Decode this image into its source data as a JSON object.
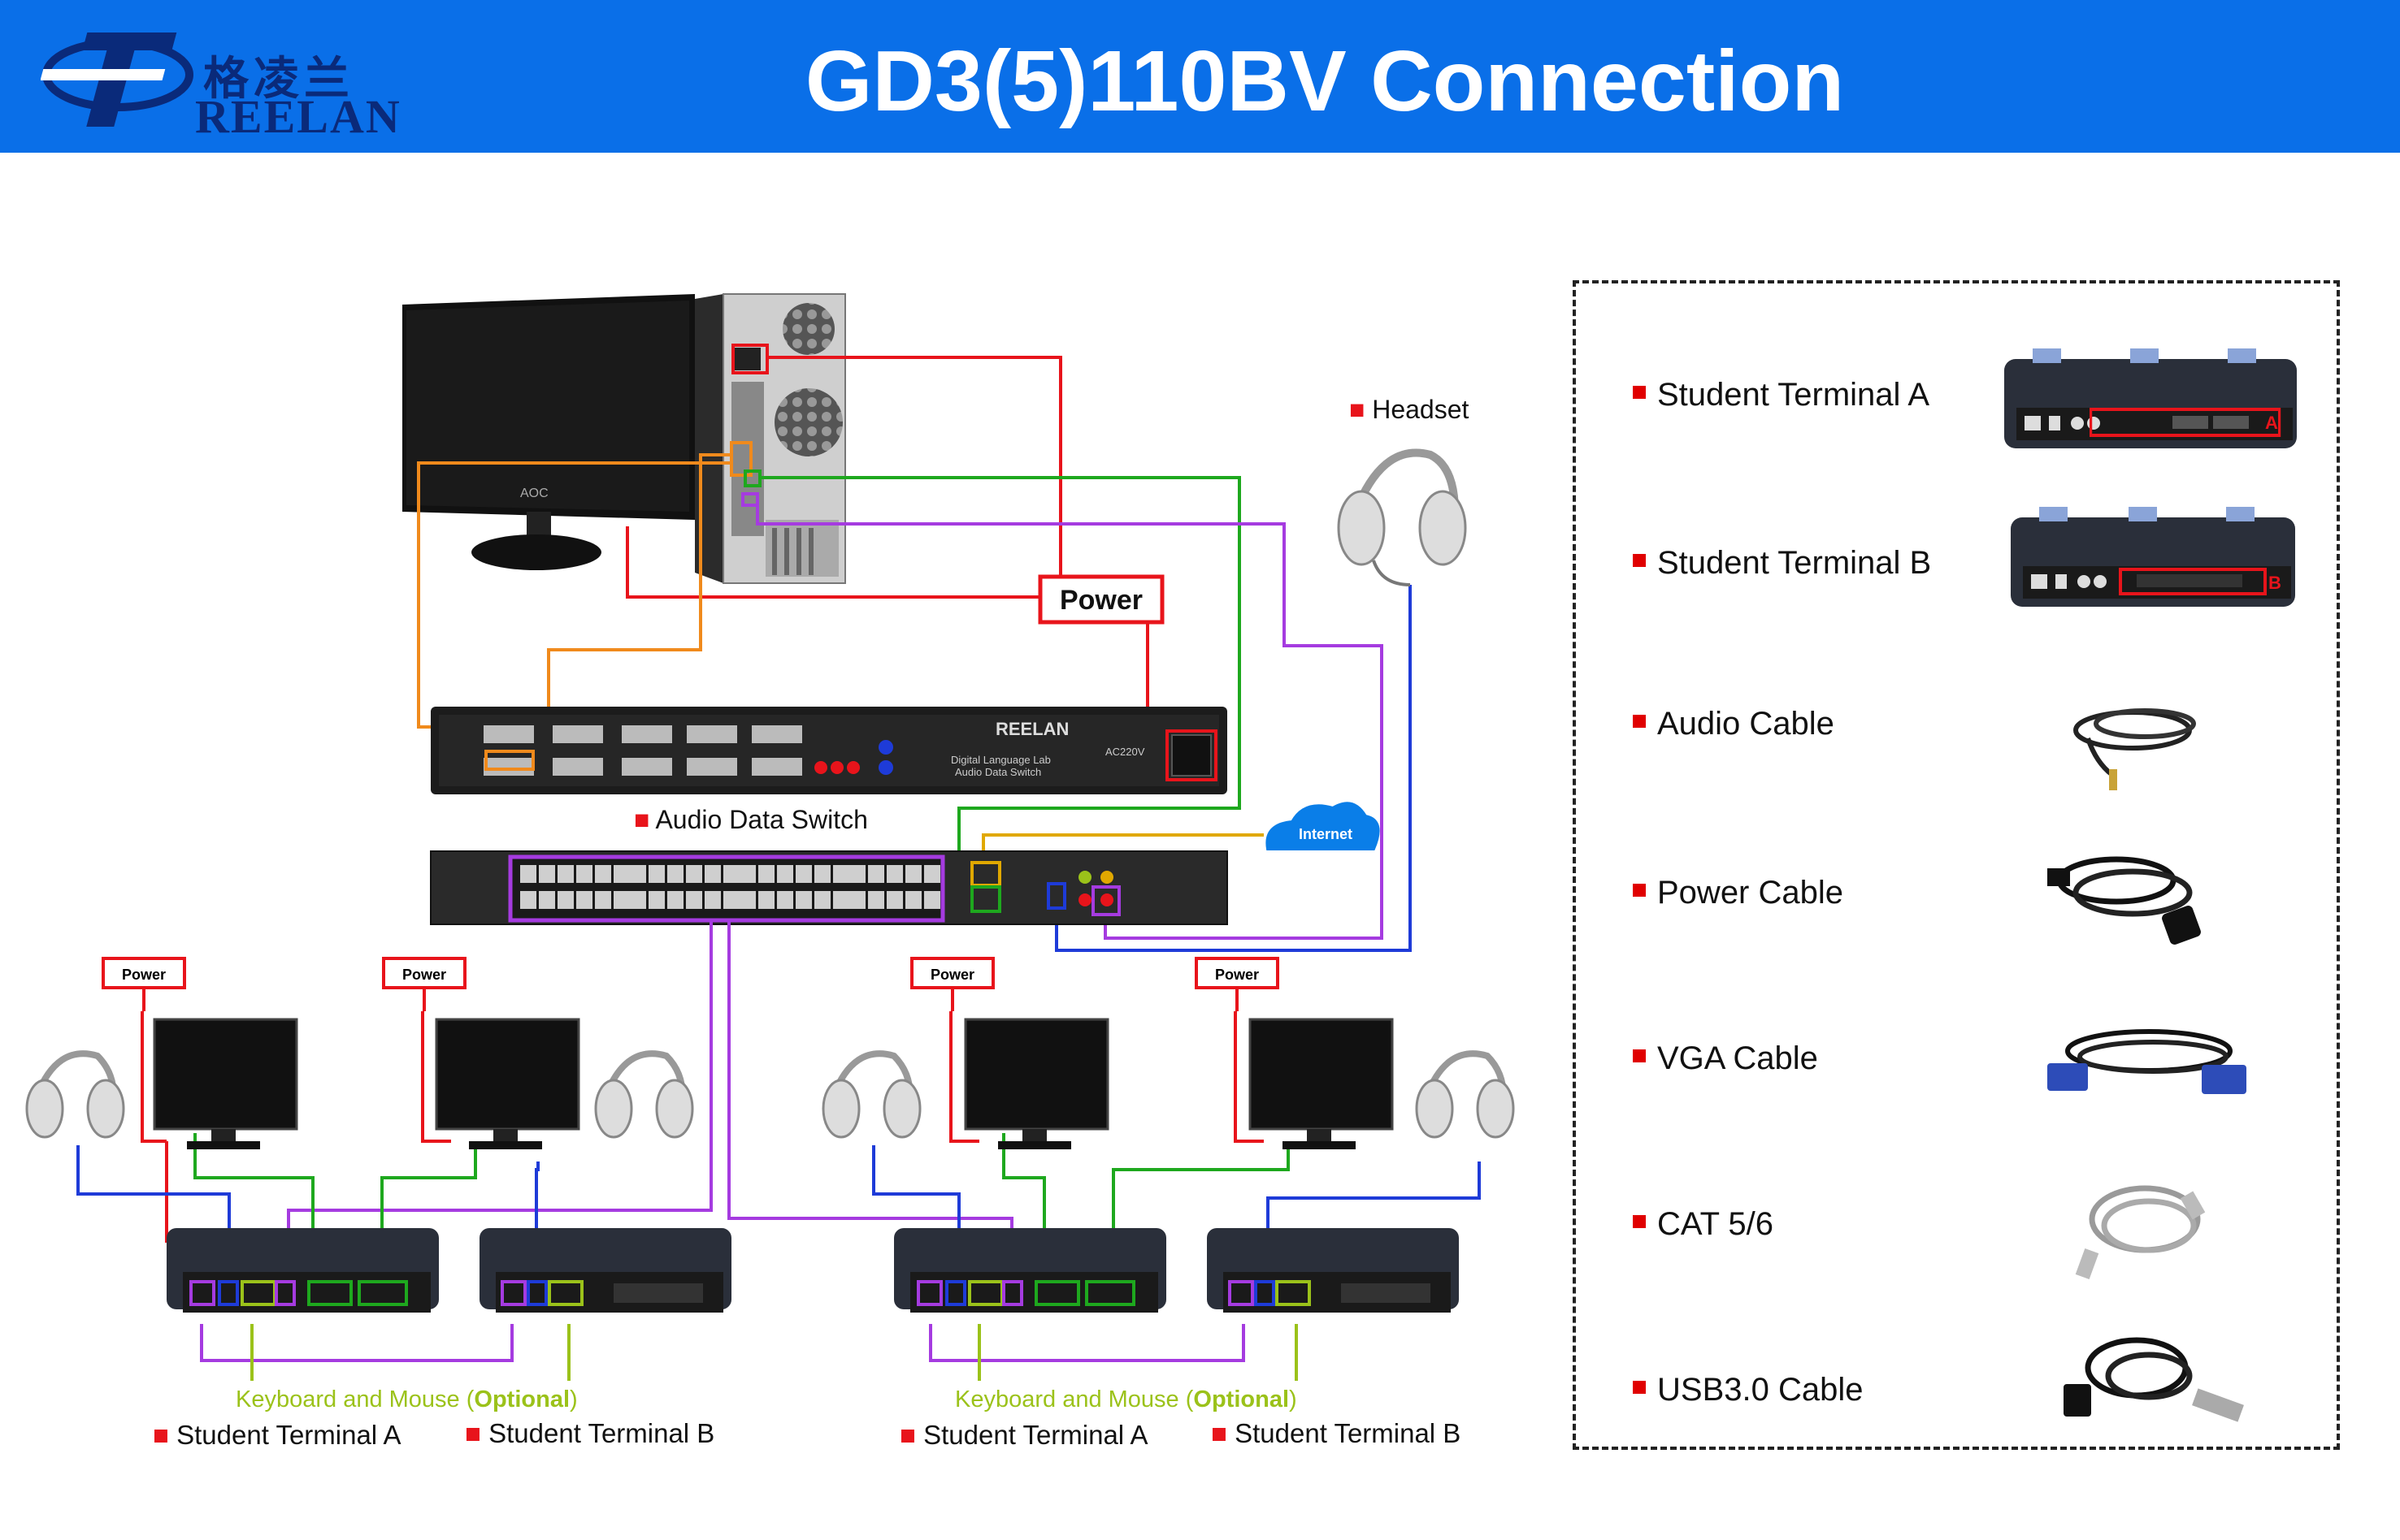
{
  "header": {
    "logo_cn": "格凌兰",
    "logo_en": "REELAN",
    "title": "GD3(5)110BV Connection"
  },
  "diagram": {
    "power_label": "Power",
    "headset_label": "Headset",
    "switch_label": "Audio Data Switch",
    "internet_label": "Internet",
    "small_power_label": "Power",
    "kbd_label_prefix": "Keyboard and Mouse (",
    "kbd_label_optional": "Optional",
    "kbd_label_suffix": ")",
    "terminal_a": "Student Terminal A",
    "terminal_b": "Student Terminal B",
    "ac_label": "AC220V",
    "device_brand": "REELAN",
    "device_subtitle_1": "Digital Language Lab",
    "device_subtitle_2": "Audio Data Switch",
    "monitor_brand": "AOC"
  },
  "legend": {
    "items": [
      {
        "label": "Student Terminal A"
      },
      {
        "label": "Student Terminal B"
      },
      {
        "label": "Audio Cable"
      },
      {
        "label": "Power Cable"
      },
      {
        "label": "VGA Cable"
      },
      {
        "label": "CAT 5/6"
      },
      {
        "label": "USB3.0 Cable"
      }
    ],
    "terminal_a_mark": "A",
    "terminal_b_mark": "B"
  },
  "colors": {
    "header_bg": "#0a6fe8",
    "power": "#e8141b",
    "vga": "#f08a1c",
    "usb": "#1ea81e",
    "cat": "#a53be0",
    "audio": "#1e3bd8",
    "keyboard": "#9bc21a",
    "internet": "#e0a800"
  }
}
